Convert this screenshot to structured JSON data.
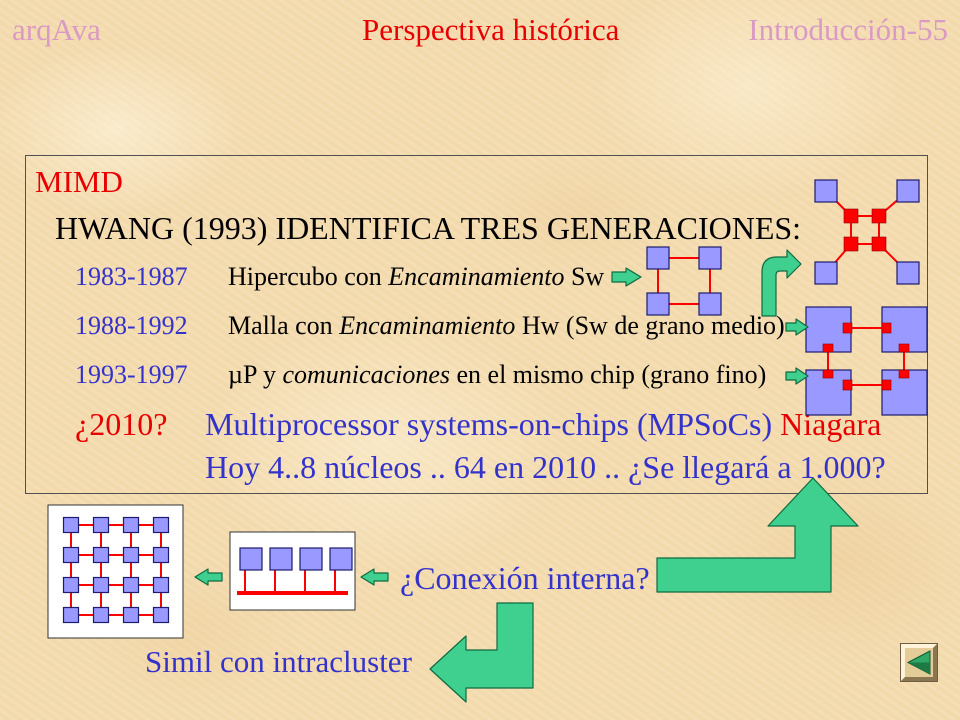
{
  "header": {
    "left": "arqAva",
    "center": "Perspectiva histórica",
    "right": "Introducción-55"
  },
  "mimd_box": {
    "label": "MIMD",
    "heading": "HWANG (1993) IDENTIFICA TRES GENERACIONES:",
    "generations": [
      {
        "years": "1983-1987",
        "pre": "Hipercubo con ",
        "em": "Encaminamiento",
        "post": " Sw"
      },
      {
        "years": "1988-1992",
        "pre": "Malla con ",
        "em": "Encaminamiento",
        "post": " Hw (Sw de grano medio)"
      },
      {
        "years": "1993-1997",
        "pre": "µP y ",
        "em": "comunicaciones",
        "post": " en el mismo chip (grano fino)"
      }
    ],
    "future": {
      "year": "¿2010?",
      "text": "Multiprocessor systems-on-chips (MPSoCs)",
      "example": "Niagara",
      "outlook": "Hoy 4..8 núcleos .. 64 en 2010 .. ¿Se llegará a 1.000?"
    }
  },
  "question": "¿Conexión interna?",
  "comparison": "Simil con intracluster",
  "colors": {
    "background": "#f4dcb0",
    "header_accent": "#d99ac4",
    "title_red": "#e80000",
    "text_blue": "#3333cc",
    "text_black": "#000000",
    "node_fill": "#9999ff",
    "node_stroke": "#1c1c6e",
    "link": "#ff0000",
    "arrow_fill": "#3fcf8e",
    "arrow_stroke": "#0f6b40"
  }
}
